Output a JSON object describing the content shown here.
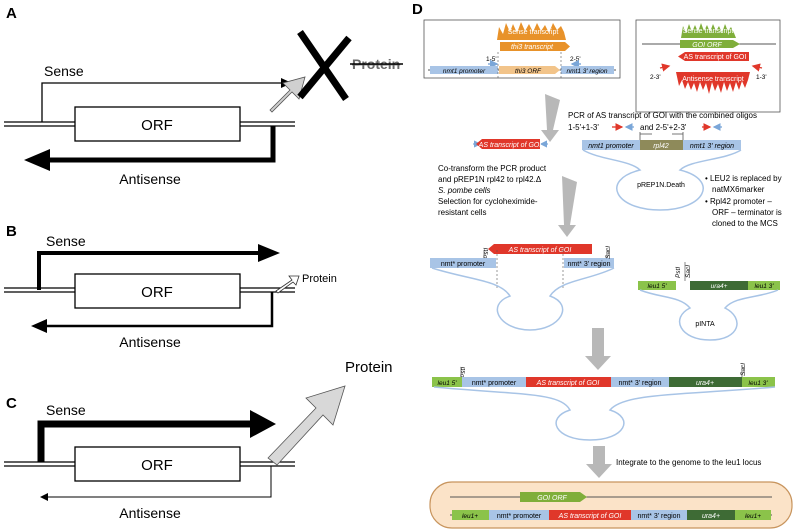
{
  "panels": {
    "a": {
      "letter": "A",
      "sense": "Sense",
      "orf": "ORF",
      "antisense": "Antisense",
      "protein": "Protein"
    },
    "b": {
      "letter": "B",
      "sense": "Sense",
      "orf": "ORF",
      "antisense": "Antisense",
      "protein": "Protein"
    },
    "c": {
      "letter": "C",
      "sense": "Sense",
      "orf": "ORF",
      "antisense": "Antisense",
      "protein": "Protein"
    },
    "d": {
      "letter": "D",
      "box1": {
        "sense_transcript": "Sense transcript",
        "thi3_transcript": "thi3 transcript",
        "primer_left": "1-5'",
        "primer_right": "2-5'",
        "nmt1_promoter": "nmt1 promoter",
        "thi3_orf": "thi3 ORF",
        "nmt1_3_region": "nmt1 3' region"
      },
      "box2": {
        "sense_transcript": "Sense transcript",
        "goi_orf": "GOI ORF",
        "as_transcript": "AS transcript of GOI",
        "primer_left": "2-3'",
        "primer_right": "1-3'",
        "antisense_transcript": "Antisense transcript"
      },
      "pcr_text_1": "PCR of AS transcript of GOI with the combined oligos",
      "pcr_text_2a": "1-5'+1-3'",
      "pcr_text_2b": "and 2-5'+2-3'",
      "as_product": "AS transcript of GOI",
      "plasmid_nmt1_promoter": "nmt1 promoter",
      "plasmid_rpl42": "rpl42",
      "plasmid_nmt1_3": "nmt1 3' region",
      "plasmid_name": "pREP1N.Death",
      "cotransform_1": "Co-transform the PCR product",
      "cotransform_2": "and pREP1N rpl42 to rpl42.Δ",
      "cotransform_3": "S. pombe cells",
      "cotransform_4": "Selection for cycloheximide-",
      "cotransform_5": "resistant cells",
      "note_1a": "• LEU2 is replaced by",
      "note_1b": "natMX6marker",
      "note_2a": "• Rpl42 promoter –",
      "note_2b": "ORF – terminator is",
      "note_2c": "cloned to the MCS",
      "pstI": "PstI",
      "sacI": "SacI",
      "nmt_promoter": "nmt* promoter",
      "as_transcript_goi": "AS transcript of GOI",
      "nmt_3_region": "nmt* 3' region",
      "leu1_5": "leu1 5'",
      "ura4": "ura4+",
      "leu1_3": "leu1 3'",
      "pinta": "pINTA",
      "integrate_text": "Integrate to the genome to the leu1 locus",
      "final_goi_orf": "GOI ORF",
      "final_leu1_left": "leu1+",
      "final_leu1_right": "leu1+"
    }
  },
  "colors": {
    "nmt_blue": "#a8c4e6",
    "orange": "#e8922a",
    "orange_light": "#f2c48a",
    "red": "#e0372a",
    "green": "#7fae3a",
    "dark_green": "#3e6b35",
    "light_green": "#8bc34a",
    "final_box_bg": "#fbe3c8",
    "final_box_border": "#c8955e",
    "gray_arrow": "#b8b8b8"
  }
}
